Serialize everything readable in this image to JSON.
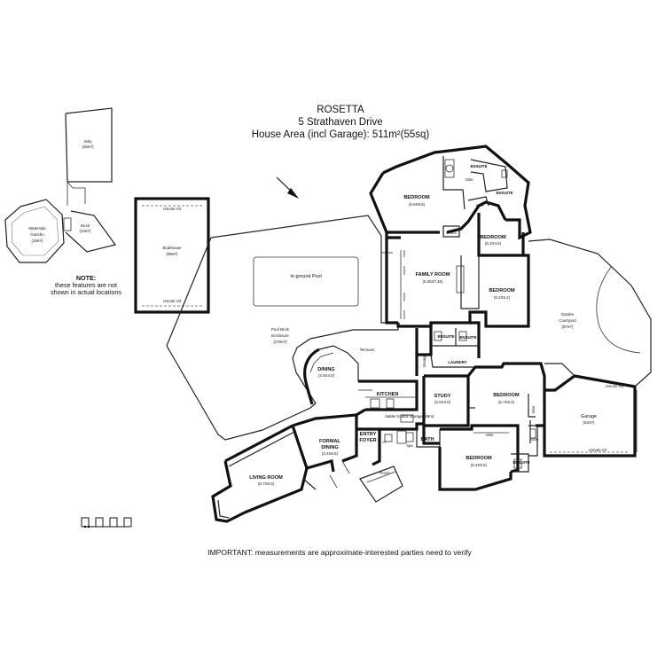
{
  "title": {
    "name": "ROSETTA",
    "address": "5 Strathaven Drive",
    "area": "House Area (incl Garage): 511m²(55sq)"
  },
  "disclaimer": "IMPORTANT: measurements are approximate-interested parties need to verify",
  "note": {
    "heading": "NOTE:",
    "line1": "these features are not",
    "line2": "shown in actual locations"
  },
  "rooms": {
    "jetty": {
      "name": "Jetty",
      "dims": "(25m²)"
    },
    "deck": {
      "name": "Deck",
      "dims": "(14m²)"
    },
    "gazebo": {
      "name1": "Waterside",
      "name2": "Gazebo",
      "dims": "(19m²)"
    },
    "boathouse": {
      "name": "Boathouse",
      "dims": "(59m²)",
      "door_top": "remote r/d",
      "door_bottom": "remote r/d"
    },
    "pool": {
      "name": "In-ground Pool"
    },
    "pool_deck": {
      "name1": "Pool Deck",
      "name2": "Enclosure",
      "dims": "(270m²)"
    },
    "terraces": {
      "name": "Terraces"
    },
    "bedroom1": {
      "name": "BEDROOM",
      "dims": "(6.6X6.9)"
    },
    "ensuite1": {
      "name": "ENSUITE"
    },
    "ensuite2": {
      "name": "ENSUITE"
    },
    "bedroom2": {
      "name": "BEDROOM",
      "dims": "(5.2X4.5)"
    },
    "family": {
      "name": "FAMILY ROOM",
      "dims": "(5.25X7.45)"
    },
    "bedroom3": {
      "name": "BEDROOM",
      "dims": "(5.2X5.2)"
    },
    "ensuite3": {
      "name": "ENSUITE"
    },
    "ensuite4": {
      "name": "ENSUITE"
    },
    "laundry": {
      "name": "LAUNDRY"
    },
    "dining": {
      "name": "DINING",
      "dims": "(4.5X4.0)"
    },
    "kitchen": {
      "name": "KITCHEN"
    },
    "study": {
      "name": "STUDY",
      "dims": "(3.0X3.0)"
    },
    "bedroom4": {
      "name": "BEDROOM",
      "dims": "(5.7X5.3)"
    },
    "garage": {
      "name": "Garage",
      "dims": "(53m²)",
      "door_top": "remote r/d",
      "door_bottom": "remote r/d"
    },
    "courtyard": {
      "name1": "Garden",
      "name2": "Courtyard",
      "dims": "(87m²)"
    },
    "formal_dining": {
      "name1": "FORMAL",
      "name2": "DINING",
      "dims": "(3.4X6.6)"
    },
    "entry": {
      "name1": "ENTRY",
      "name2": "FOYER"
    },
    "living": {
      "name": "LIVING ROOM",
      "dims": "(8.7X6.0)"
    },
    "bath": {
      "name": "BATH"
    },
    "bedroom5": {
      "name": "BEDROOM",
      "dims": "(5.4X5.5)"
    },
    "ensuite5": {
      "name": "ENSUITE"
    },
    "porch": {
      "name": "Porch"
    }
  },
  "fixtures": {
    "robe": "robe",
    "shoes": "shoes",
    "storage": "storage",
    "wc": "wc",
    "cl": "cl",
    "spa": "spa",
    "bar": "bar",
    "ref": "ref",
    "linen": "linen",
    "cellar": "ladder to attic storage (18m)"
  }
}
